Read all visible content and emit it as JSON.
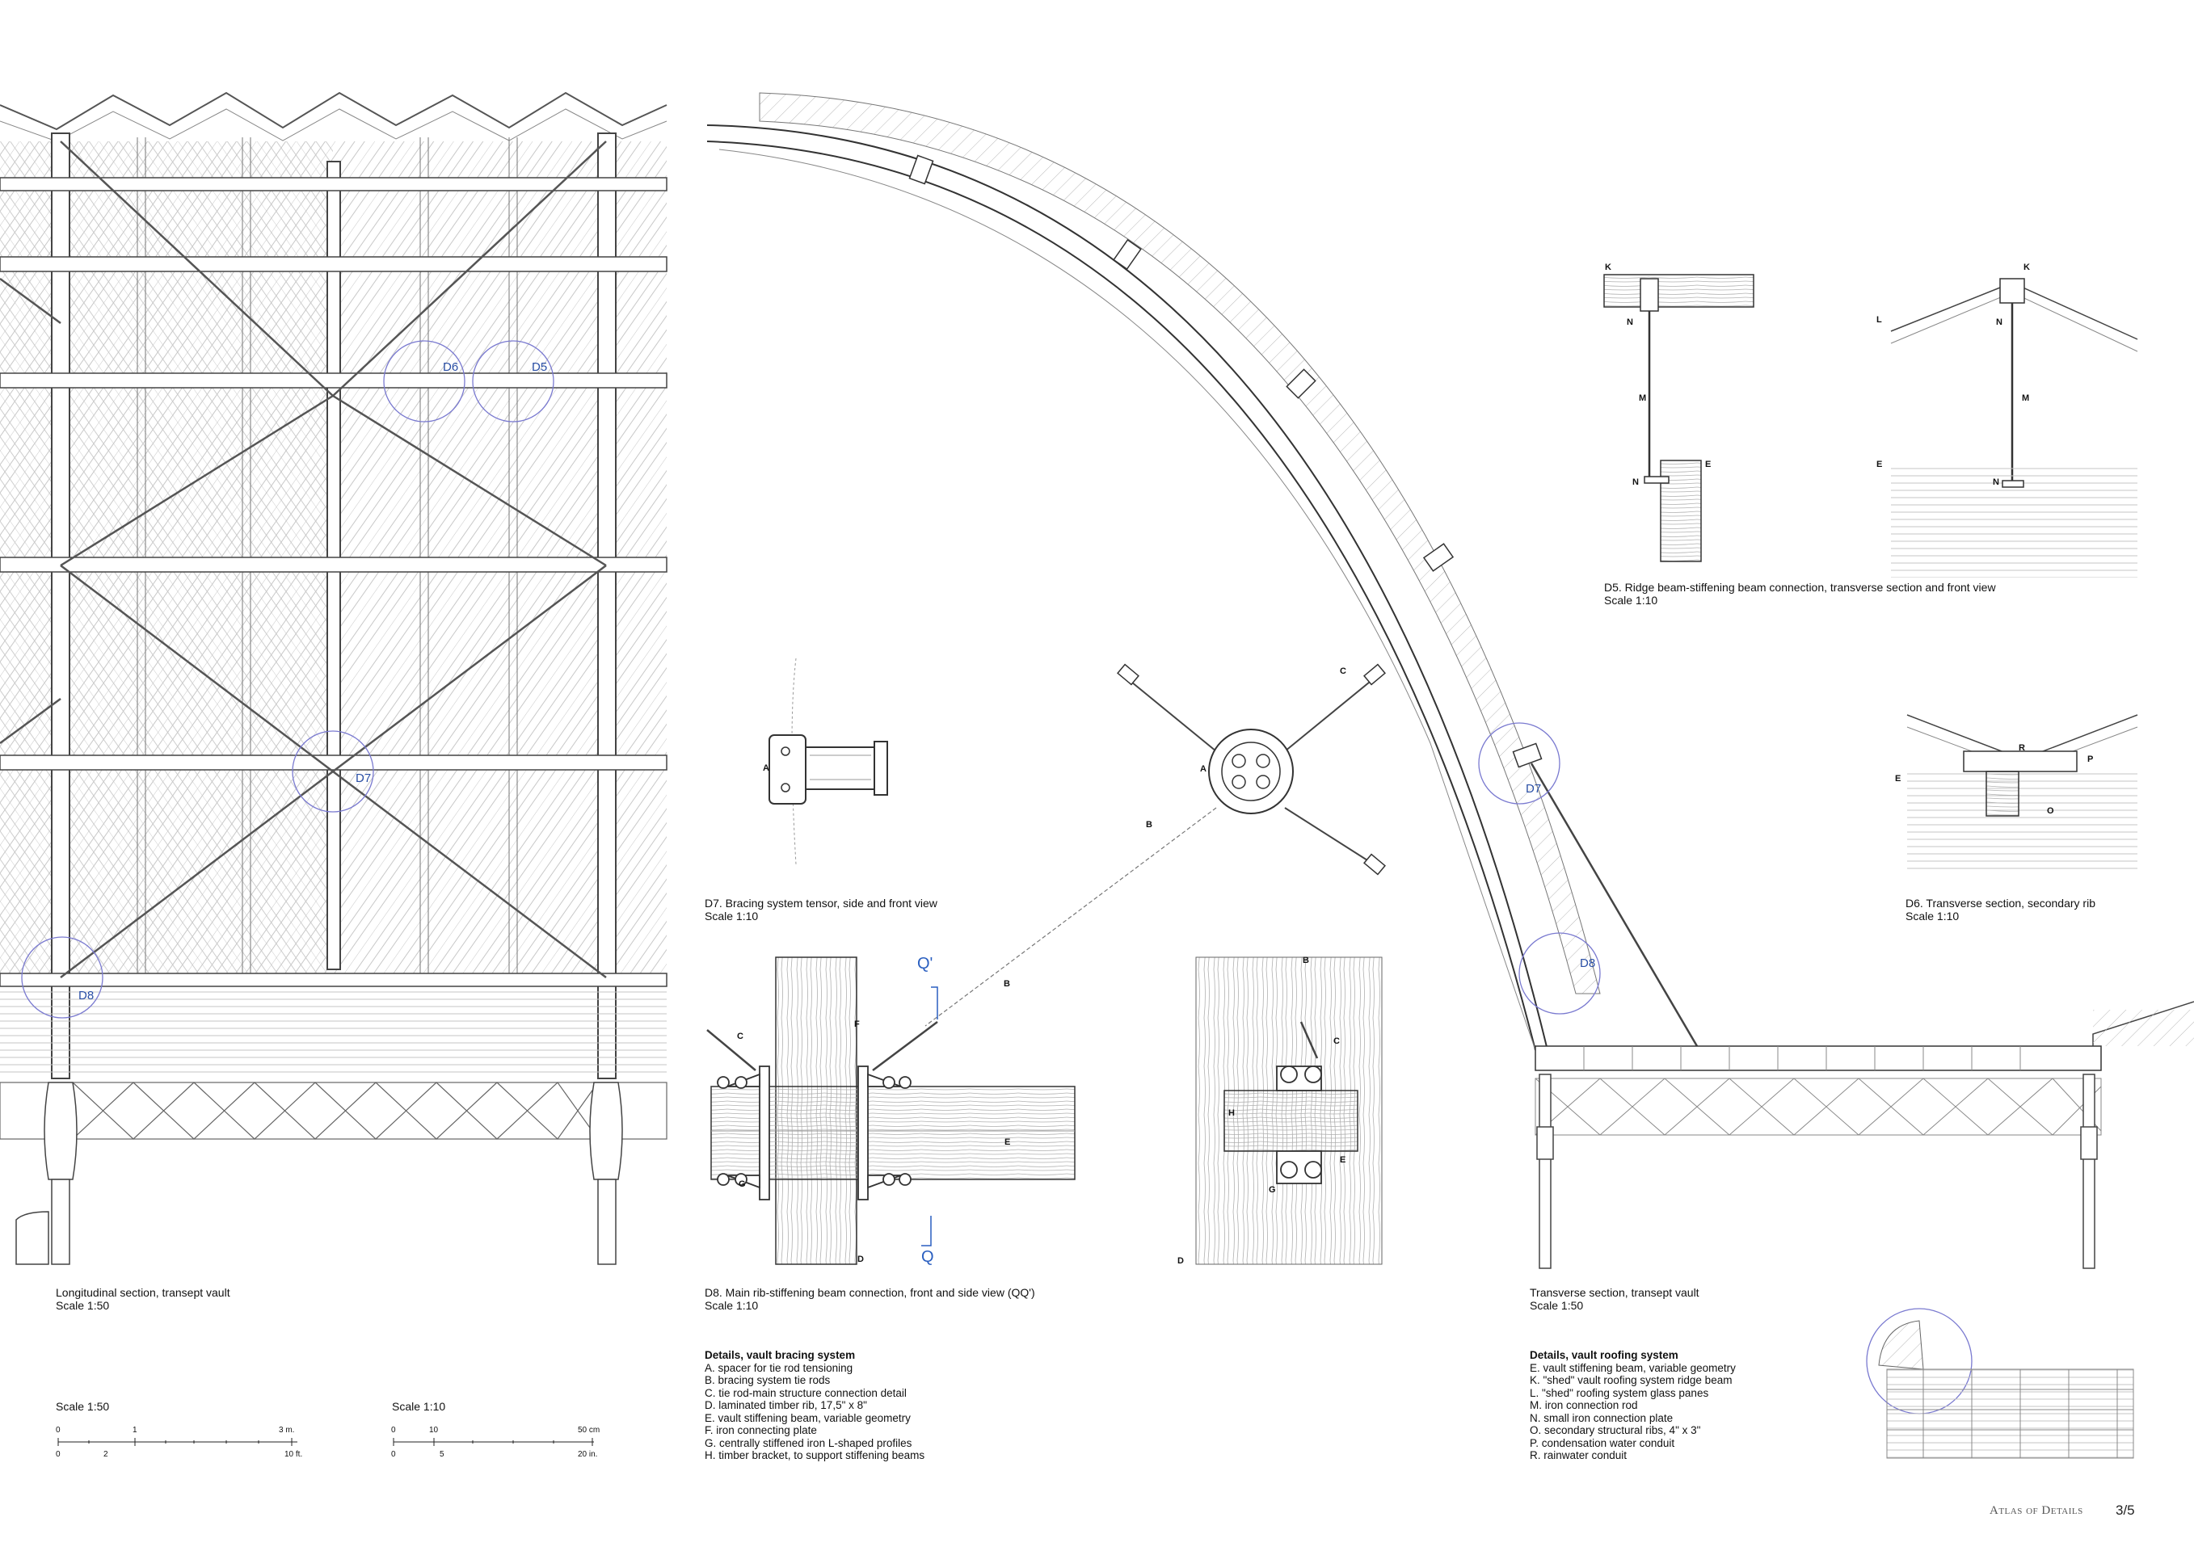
{
  "captions": {
    "longitudinal": {
      "title": "Longitudinal section, transept vault",
      "scale": "Scale 1:50"
    },
    "d7": {
      "title": "D7. Bracing system tensor, side and front view",
      "scale": "Scale 1:10"
    },
    "d8": {
      "title": "D8. Main rib-stiffening beam connection, front and side view (QQ')",
      "scale": "Scale 1:10"
    },
    "transverse": {
      "title": "Transverse section, transept vault",
      "scale": "Scale 1:50"
    },
    "d5": {
      "title": "D5. Ridge beam-stiffening beam connection, transverse section and front view",
      "scale": "Scale 1:10"
    },
    "d6": {
      "title": "D6. Transverse section, secondary rib",
      "scale": "Scale 1:10"
    }
  },
  "legend_bracing": {
    "heading": "Details, vault bracing system",
    "items": [
      "A. spacer for tie rod tensioning",
      "B. bracing system tie rods",
      "C. tie rod-main structure connection detail",
      "D. laminated timber rib, 17,5\" x 8\"",
      "E. vault stiffening beam, variable geometry",
      "F. iron connecting plate",
      "G. centrally stiffened iron L-shaped profiles",
      "H. timber bracket, to support stiffening beams"
    ]
  },
  "legend_roofing": {
    "heading": "Details, vault roofing system",
    "items": [
      "E. vault stiffening beam, variable geometry",
      "K. \"shed\" vault roofing system ridge beam",
      "L. \"shed\" roofing system glass panes",
      "M. iron connection rod",
      "N. small iron connection plate",
      "O. secondary structural ribs, 4\" x 3\"",
      "P. condensation water conduit",
      "R. rainwater conduit"
    ]
  },
  "scalebar_50": {
    "label": "Scale 1:50",
    "top_ticks": [
      "0",
      "1",
      "3 m."
    ],
    "bottom_ticks": [
      "0",
      "2",
      "10 ft."
    ]
  },
  "scalebar_10": {
    "label": "Scale 1:10",
    "top_ticks": [
      "0",
      "10",
      "50 cm"
    ],
    "bottom_ticks": [
      "0",
      "5",
      "20 in."
    ]
  },
  "detail_markers": {
    "d5": "D5",
    "d6": "D6",
    "d7": "D7",
    "d8": "D8",
    "d7_transverse": "D7",
    "d8_transverse": "D8"
  },
  "section_markers": {
    "q_prime": "Q'",
    "q": "Q"
  },
  "letters": {
    "a": "A",
    "b": "B",
    "c": "C",
    "d": "D",
    "e": "E",
    "f": "F",
    "g": "G",
    "h": "H",
    "k": "K",
    "l": "L",
    "m": "M",
    "n": "N",
    "o": "O",
    "p": "P",
    "r": "R"
  },
  "footer": {
    "title": "Atlas of Details",
    "page": "3/5"
  },
  "colors": {
    "line": "#333333",
    "fine": "#9a9a9a",
    "hatch": "#bdbdbd",
    "marker": "#2a4fa6",
    "circle": "#7a7ad0"
  }
}
